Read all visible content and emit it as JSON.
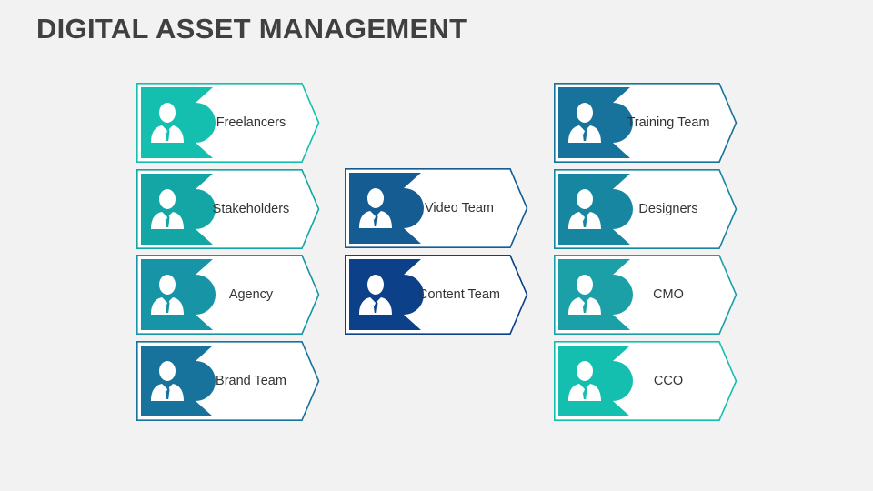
{
  "title": "DIGITAL ASSET MANAGEMENT",
  "columns": [
    {
      "cards": [
        {
          "label": "Freelancers",
          "color": "#15bfb0"
        },
        {
          "label": "Stakeholders",
          "color": "#14a5a5"
        },
        {
          "label": "Agency",
          "color": "#1794a6"
        },
        {
          "label": "Brand Team",
          "color": "#17739b"
        }
      ]
    },
    {
      "cards": [
        {
          "label": "Video Team",
          "color": "#155c92"
        },
        {
          "label": "Content Team",
          "color": "#0c418a"
        }
      ]
    },
    {
      "cards": [
        {
          "label": "Training Team",
          "color": "#17739b"
        },
        {
          "label": "Designers",
          "color": "#1686a1"
        },
        {
          "label": "CMO",
          "color": "#1aa0a6"
        },
        {
          "label": "CCO",
          "color": "#15bfb0"
        }
      ]
    }
  ],
  "icon": "person-icon"
}
